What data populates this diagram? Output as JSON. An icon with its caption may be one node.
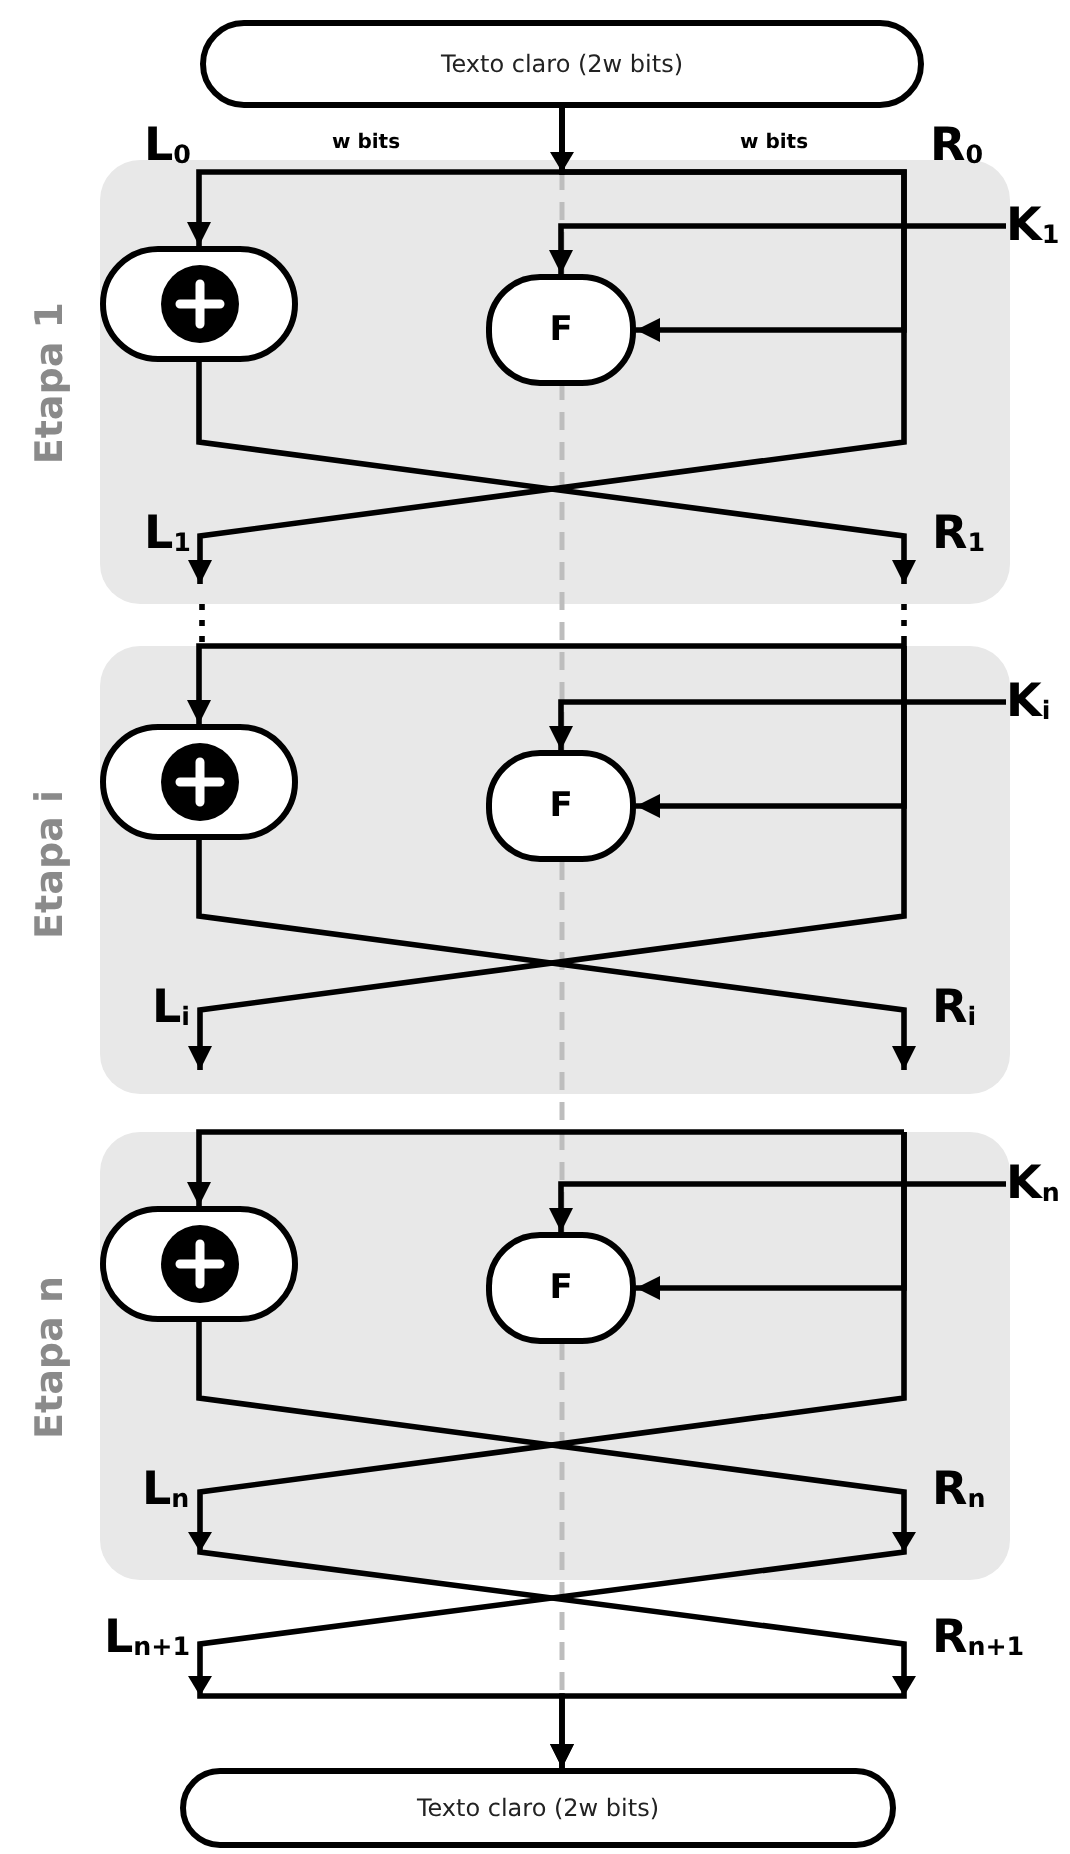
{
  "diagram": {
    "nodes": [
      {
        "text": [
          "Texto claro (2w bits)"
        ]
      },
      {
        "text": [
          "Etapa 1"
        ]
      },
      {
        "text": [],
        "shape": "box",
        "in": 1
      },
      {
        "text": [
          "F"
        ],
        "in": 1
      },
      {
        "text": [
          "K$_{1}$"
        ]
      },
      {
        "text": [
          "Etapa i"
        ]
      },
      {
        "text": [],
        "shape": "box",
        "in": 5
      },
      {
        "text": [
          "F"
        ],
        "in": 5
      },
      {
        "text": [
          "K$_{i}$"
        ]
      },
      {
        "text": [
          "Etapa n"
        ]
      },
      {
        "text": [],
        "shape": "box",
        "in": 9
      },
      {
        "text": [
          "F"
        ],
        "in": 9
      },
      {
        "text": [
          "K$_{n}$"
        ]
      },
      {
        "text": [
          "Texto claro (2w bits)"
        ]
      }
    ],
    "edges": [
      {
        "from": 0,
        "to": 2,
        "arrow": "to"
      },
      {
        "from": 0,
        "to": 3,
        "arrow": "to"
      },
      {
        "from": 4,
        "to": 3,
        "arrow": "to"
      },
      {
        "from": 0,
        "to": 1,
        "arrow": "to"
      },
      {
        "from": 2,
        "to": 1,
        "arrow": "to"
      },
      {
        "from": 5,
        "to": 6,
        "arrow": "to"
      },
      {
        "from": 5,
        "to": 7,
        "arrow": "to"
      },
      {
        "from": 8,
        "to": 7,
        "arrow": "to"
      },
      {
        "from": null,
        "to": 5,
        "arrow": "to"
      },
      {
        "from": 6,
        "to": 5,
        "arrow": "to"
      },
      {
        "from": 9,
        "to": 10,
        "arrow": "to"
      },
      {
        "from": 9,
        "to": 11,
        "arrow": "to"
      },
      {
        "from": 12,
        "to": 11,
        "arrow": "to"
      },
      {
        "from": 9,
        "to": 13,
        "arrow": "to"
      },
      {
        "from": 10,
        "to": 13,
        "arrow": "to"
      },
      {
        "from": 1,
        "to": 5,
        "arrow": "none",
        "style": "dashed"
      },
      {
        "from": 1,
        "to": 5,
        "arrow": "none",
        "style": "dashed"
      }
    ],
    "labels": [
      "L$_{0}$",
      "w bits",
      "w bits",
      "R$_{0}$",
      "L$_{1}$",
      "R$_{1}$",
      "L$_{i}$",
      "R$_{i}$",
      "L$_{n}$",
      "R$_{n}$",
      "L$_{n+1}$",
      "R$_{n+1}$"
    ]
  }
}
